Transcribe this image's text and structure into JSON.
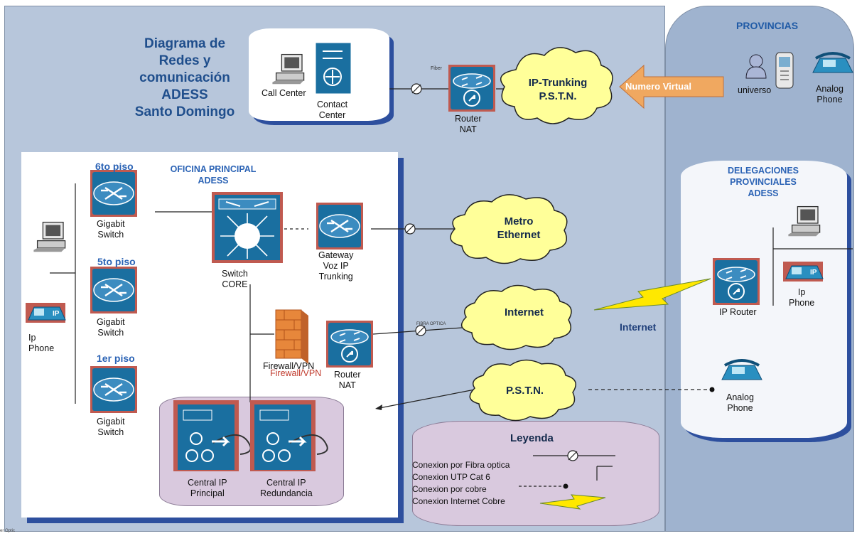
{
  "title_lines": [
    "Diagrama de",
    "Redes y",
    "comunicación",
    "ADESS",
    "Santo Domingo"
  ],
  "top_cylinder": {
    "call_center": "Call Center",
    "contact_center": [
      "Contact",
      "Center"
    ]
  },
  "fiber_small": "Fiber",
  "router_nat_top": [
    "Router",
    "NAT"
  ],
  "ip_trunking_cloud": [
    "IP-Trunking",
    "P.S.T.N."
  ],
  "numero_virtual": "Numero Virtual",
  "provincias": {
    "header": "PROVINCIAS",
    "universo": "universo",
    "analog_phone": [
      "Analog",
      "Phone"
    ]
  },
  "office": {
    "header": [
      "OFICINA PRINCIPAL",
      "ADESS"
    ],
    "floors": [
      "6to piso",
      "5to piso",
      "1er piso"
    ],
    "gigabit_switch": [
      "Gigabit",
      "Switch"
    ],
    "ip_phone": [
      "Ip",
      "Phone"
    ],
    "switch_core": [
      "Switch",
      "CORE"
    ],
    "gateway": [
      "Gateway",
      "Voz IP",
      "Trunking"
    ],
    "firewall_black": "Firewall/VPN",
    "firewall_red": "Firewall/VPN",
    "router_nat": [
      "Router",
      "NAT"
    ],
    "central_principal": [
      "Central IP",
      "Principal"
    ],
    "central_redundancia": [
      "Central IP",
      "Redundancia"
    ]
  },
  "clouds": {
    "metro": [
      "Metro",
      "Ethernet"
    ],
    "internet": "Internet",
    "pstn": "P.S.T.N."
  },
  "fibra_optica_small": "FIBRA OPTICA",
  "internet_link": "Internet",
  "delegaciones": {
    "header": [
      "DELEGACIONES",
      "PROVINCIALES",
      "ADESS"
    ],
    "ip_router": "IP Router",
    "ip_phone": [
      "Ip",
      "Phone"
    ],
    "analog_phone": [
      "Analog",
      "Phone"
    ]
  },
  "legend": {
    "title": "Leyenda",
    "items": [
      "Conexion por Fibra optica",
      "Conexion UTP Cat 6",
      "Conexion por cobre",
      "Conexion Internet Cobre"
    ]
  },
  "corner_tiny": "er Optic",
  "colors": {
    "device_blue": "#1a6fa0",
    "device_red_frame": "#c05a50",
    "cloud_yellow": "#ffff99",
    "title_blue": "#1f4e8c",
    "office_shadow": "#2d4f9e",
    "arrow_orange": "#f0a860"
  }
}
